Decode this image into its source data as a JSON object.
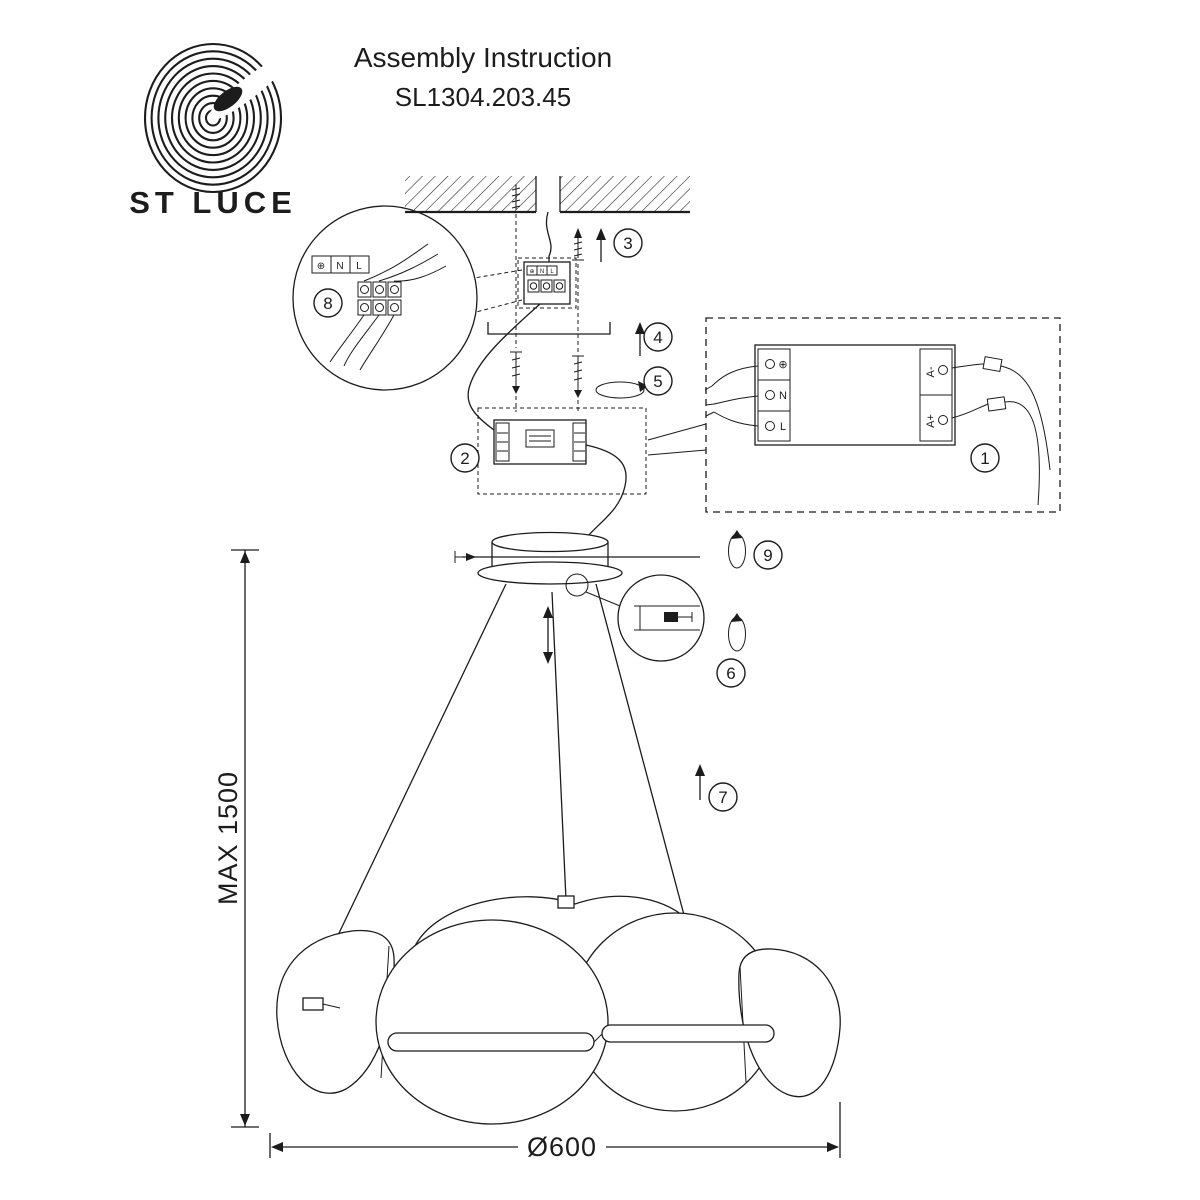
{
  "header": {
    "title": "Assembly Instruction",
    "model": "SL1304.203.45"
  },
  "brand": {
    "name": "ST LUCE"
  },
  "steps": {
    "s1": "1",
    "s2": "2",
    "s3": "3",
    "s4": "4",
    "s5": "5",
    "s6": "6",
    "s7": "7",
    "s8": "8",
    "s9": "9"
  },
  "dimensions": {
    "max_height": "MAX 1500",
    "diameter": "Ø600"
  },
  "terminals": {
    "earth": "⊕",
    "neutral": "N",
    "live": "L",
    "out_neg": "A-",
    "out_pos": "A+"
  },
  "colors": {
    "line": "#1c1c1c",
    "background": "#ffffff"
  }
}
